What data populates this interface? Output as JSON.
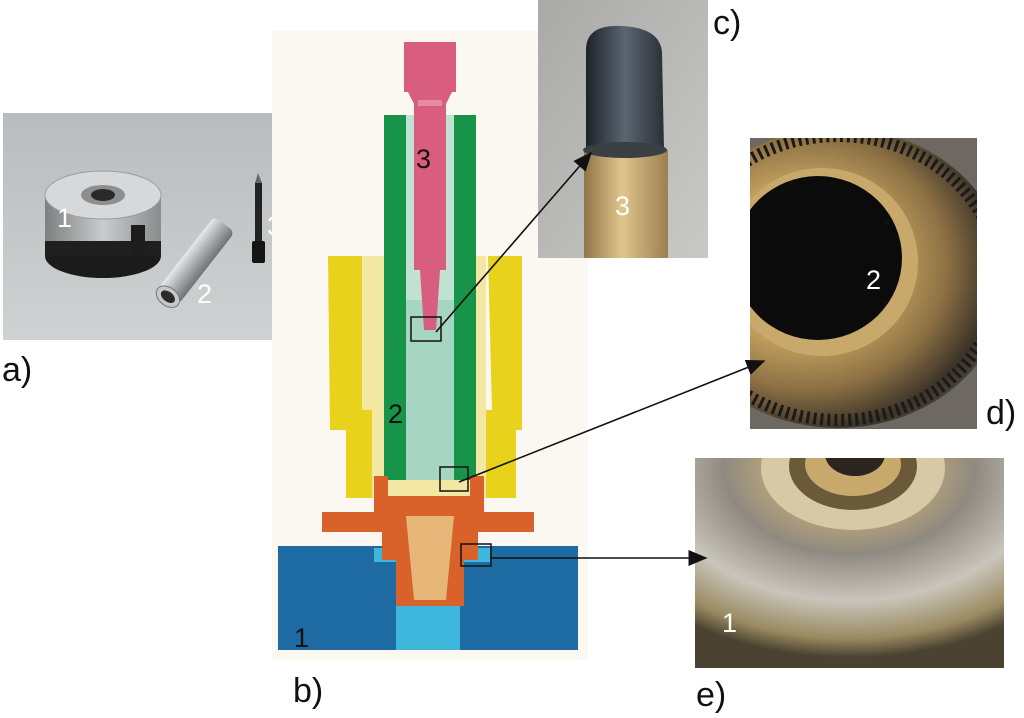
{
  "captions": {
    "a": "a)",
    "b": "b)",
    "c": "c)",
    "d": "d)",
    "e": "e)"
  },
  "photo_a": {
    "label_1": "1",
    "label_2": "2",
    "label_3": "3"
  },
  "section_b": {
    "label_1": "1",
    "label_2": "2",
    "label_3": "3"
  },
  "photo_c": {
    "label_3": "3"
  },
  "photo_d": {
    "label_2": "2"
  },
  "photo_e": {
    "label_1": "1"
  },
  "colors": {
    "die_blue": "#1e6aa2",
    "die_light_blue": "#3fb7dd",
    "sleeve_green": "#17944a",
    "punch_pink": "#d95d7e",
    "holder_yellow": "#e9d21c",
    "holder_light_yellow": "#f3e7a4",
    "workpiece_orange": "#d9622a",
    "workpiece_tan": "#e7b77a",
    "insert_mint": "#a6d5c2"
  }
}
